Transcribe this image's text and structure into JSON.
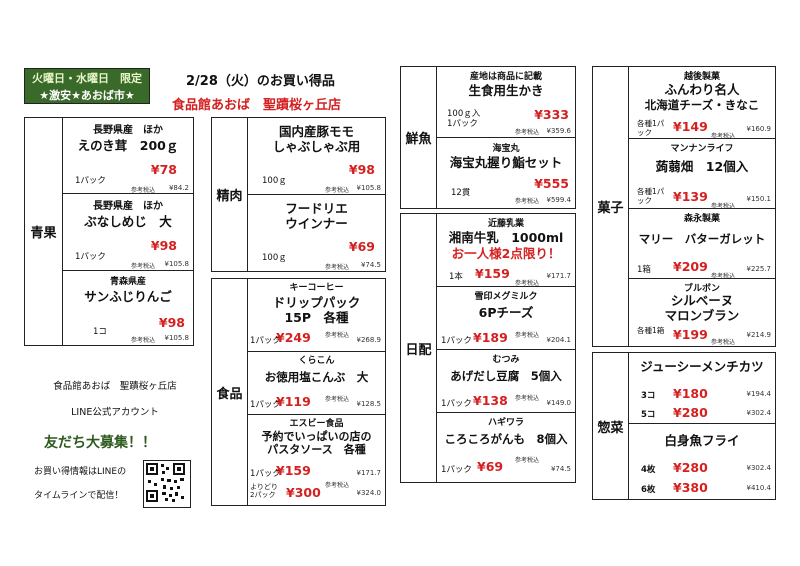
{
  "badge": {
    "line1": "火曜日・水曜日　限定",
    "line2": "★激安★あおば市★"
  },
  "header": {
    "title": "2/28（火）のお買い得品",
    "store": "食品館あおば　聖蹟桜ヶ丘店"
  },
  "footer": {
    "line1": "食品館あおば　聖蹟桜ヶ丘店",
    "line2": "LINE公式アカウント",
    "friends": "友だち大募集！！",
    "line3": "お買い得情報はLINEの",
    "line4": "タイムラインで配信！"
  },
  "note": "参考税込",
  "categories": {
    "vegetables": {
      "label": "青果",
      "items": [
        {
          "sub": "長野県産　ほか",
          "name": "えのき茸　200ｇ",
          "unit": "1パック",
          "price": "¥78",
          "ref": "¥84.2"
        },
        {
          "sub": "長野県産　ほか",
          "name": "ぶなしめじ　大",
          "unit": "1パック",
          "price": "¥98",
          "ref": "¥105.8"
        },
        {
          "sub": "青森県産",
          "name": "サンふじりんご",
          "unit": "1コ",
          "price": "¥98",
          "ref": "¥105.8"
        }
      ]
    },
    "meat": {
      "label": "精肉",
      "items": [
        {
          "name1": "国内産豚モモ",
          "name2": "しゃぶしゃぶ用",
          "unit": "100ｇ",
          "price": "¥98",
          "ref": "¥105.8"
        },
        {
          "name1": "フードリエ",
          "name2": "ウインナー",
          "unit": "100ｇ",
          "price": "¥69",
          "ref": "¥74.5"
        }
      ]
    },
    "grocery": {
      "label": "食品",
      "items": [
        {
          "sub": "キーコーヒー",
          "name1": "ドリップパック",
          "name2": "15P　各種",
          "unit": "1パック",
          "price": "¥249",
          "ref": "¥268.9"
        },
        {
          "sub": "くらこん",
          "name1": "お徳用塩こんぶ　大",
          "unit": "1パック",
          "price": "¥119",
          "ref": "¥128.5"
        },
        {
          "sub": "エスビー食品",
          "name1": "予約でいっぱいの店の",
          "name2": "パスタソース　各種",
          "unit": "1パック",
          "price": "¥159",
          "ref": "¥171.7",
          "unit2": "よりどり2パック",
          "price2": "¥300",
          "ref2": "¥324.0"
        }
      ]
    },
    "fish": {
      "label": "鮮魚",
      "items": [
        {
          "sub": "産地は商品に記載",
          "name1": "生食用生かき",
          "unit": "100ｇ入1パック",
          "price": "¥333",
          "ref": "¥359.6"
        },
        {
          "sub": "海宝丸",
          "name1": "海宝丸握り鮨セット",
          "unit": "12貫",
          "price": "¥555",
          "ref": "¥599.4"
        }
      ]
    },
    "daily": {
      "label": "日配",
      "items": [
        {
          "sub": "近藤乳業",
          "name1": "湘南牛乳　1000ml",
          "name2": "お一人様2点限り！",
          "unit": "1本",
          "price": "¥159",
          "ref": "¥171.7"
        },
        {
          "sub": "雪印メグミルク",
          "name1": "6Pチーズ",
          "unit": "1パック",
          "price": "¥189",
          "ref": "¥204.1"
        },
        {
          "sub": "むつみ",
          "name1": "あげだし豆腐　5個入",
          "unit": "1パック",
          "price": "¥138",
          "ref": "¥149.0"
        },
        {
          "sub": "ハギワラ",
          "name1": "ころころがんも　8個入",
          "unit": "1パック",
          "price": "¥69",
          "ref": "¥74.5"
        }
      ]
    },
    "sweets": {
      "label": "菓子",
      "items": [
        {
          "sub": "越後製菓",
          "name1": "ふんわり名人",
          "name2": "北海道チーズ・きなこ",
          "unit": "各種1パック",
          "price": "¥149",
          "ref": "¥160.9"
        },
        {
          "sub": "マンナンライフ",
          "name1": "蒟蒻畑　12個入",
          "unit": "各種1パック",
          "price": "¥139",
          "ref": "¥150.1"
        },
        {
          "sub": "森永製菓",
          "name1": "マリー　バターガレット",
          "unit": "1箱",
          "price": "¥209",
          "ref": "¥225.7"
        },
        {
          "sub": "ブルボン",
          "name1": "シルベーヌ",
          "name2": "マロンブラン",
          "unit": "各種1箱",
          "price": "¥199",
          "ref": "¥214.9"
        }
      ]
    },
    "deli": {
      "label": "惣菜",
      "items": [
        {
          "name1": "ジューシーメンチカツ",
          "rows": [
            {
              "unit": "3コ",
              "price": "¥180",
              "ref": "¥194.4"
            },
            {
              "unit": "5コ",
              "price": "¥280",
              "ref": "¥302.4"
            }
          ]
        },
        {
          "name1": "白身魚フライ",
          "rows": [
            {
              "unit": "4枚",
              "price": "¥280",
              "ref": "¥302.4"
            },
            {
              "unit": "6枚",
              "price": "¥380",
              "ref": "¥410.4"
            }
          ]
        }
      ]
    }
  }
}
